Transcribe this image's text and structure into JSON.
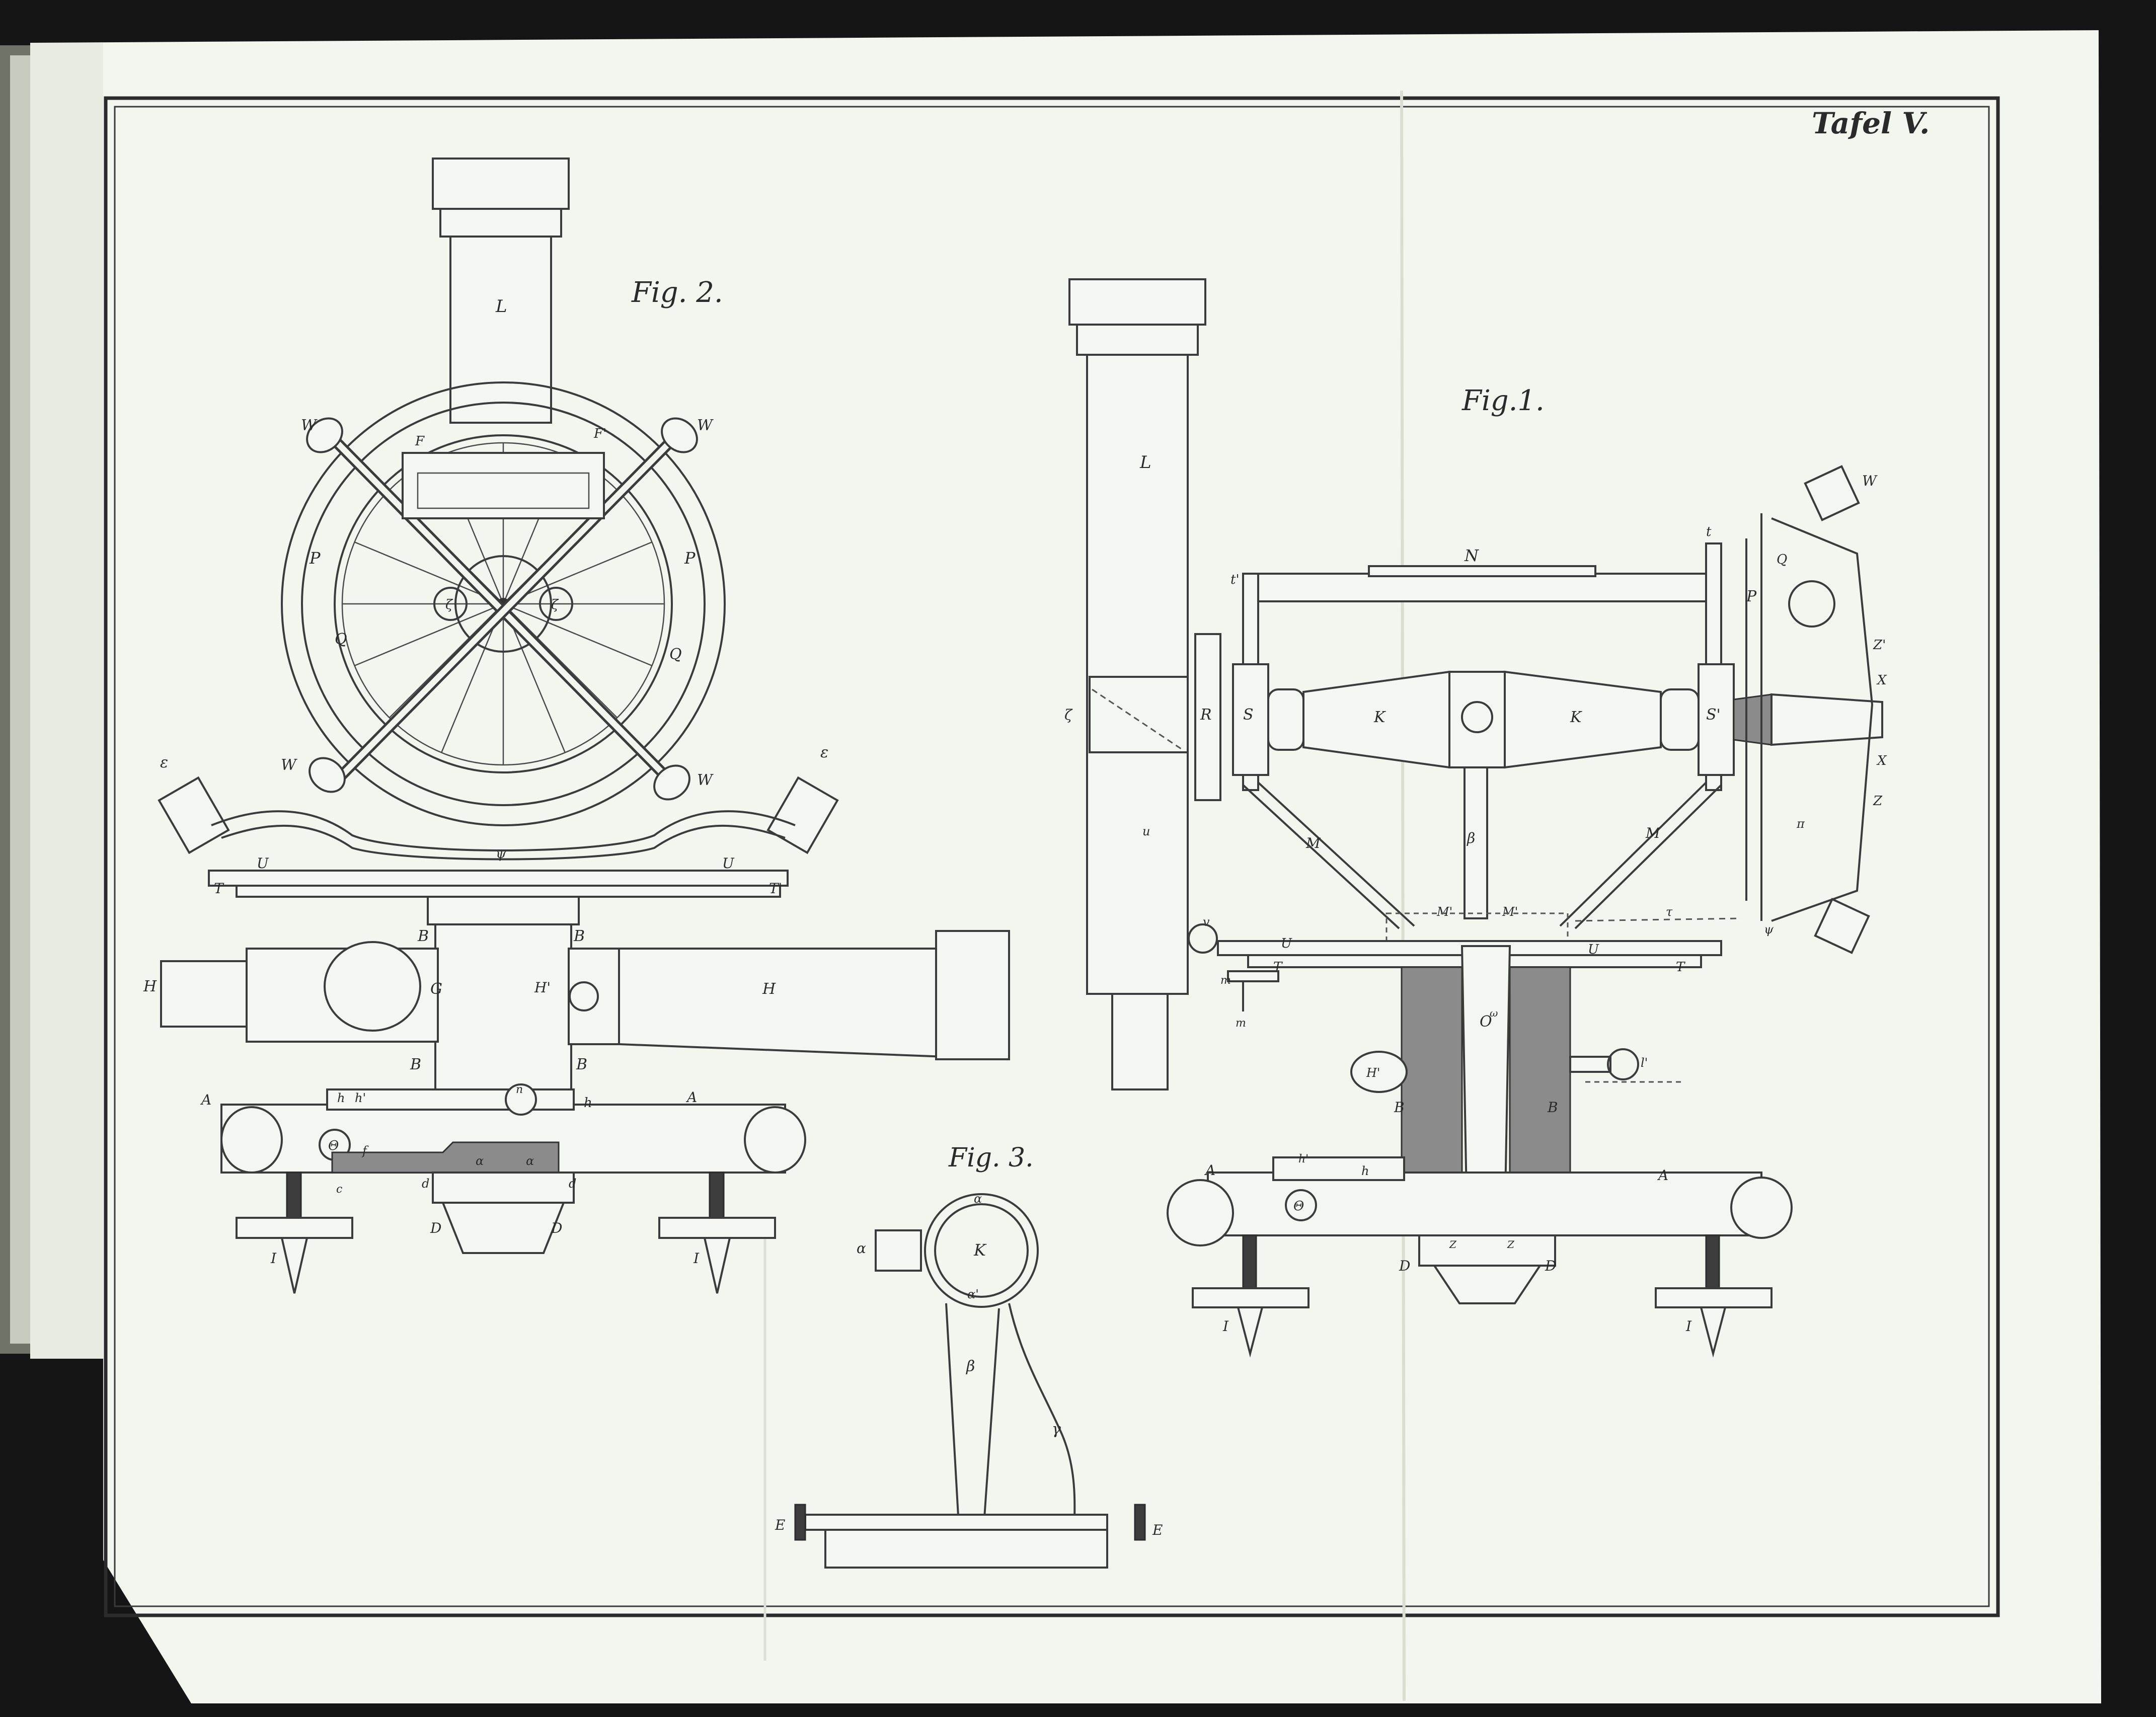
{
  "plate_title": "Tafel V.",
  "figures": {
    "fig1": {
      "title": "Fig.1.",
      "labels": [
        "L",
        "N",
        "t",
        "t'",
        "W",
        "Q",
        "P",
        "R",
        "S",
        "S'",
        "K",
        "K",
        "Z",
        "Z'",
        "X",
        "X",
        "M",
        "M",
        "M'",
        "M'",
        "U",
        "U",
        "T",
        "T",
        "O",
        "O",
        "B",
        "B",
        "H'",
        "l'",
        "β",
        "u",
        "v",
        "m",
        "m",
        "A",
        "A",
        "Θ",
        "D",
        "D",
        "I",
        "I",
        "Z",
        "Z",
        "ζ",
        "ω",
        "π",
        "ψ",
        "τ",
        "h",
        "h'"
      ]
    },
    "fig2": {
      "title": "Fig. 2.",
      "labels": [
        "L",
        "W",
        "W",
        "W",
        "W",
        "F",
        "F'",
        "P",
        "P",
        "Q",
        "Q",
        "ε",
        "ε",
        "ψ",
        "U",
        "U",
        "T",
        "T'",
        "H",
        "H",
        "H'",
        "G",
        "B",
        "B",
        "B",
        "B",
        "A",
        "A",
        "h",
        "h'",
        "h",
        "n",
        "Θ",
        "f",
        "α",
        "α",
        "d",
        "d",
        "c",
        "D",
        "D",
        "I",
        "I",
        "ζ",
        "ζ"
      ]
    },
    "fig3": {
      "title": "Fig. 3.",
      "labels": [
        "K",
        "α",
        "α",
        "α'",
        "β",
        "γ",
        "E",
        "E"
      ]
    }
  },
  "colors": {
    "paper": "#f3f5ef",
    "ink": "#2f2f2f",
    "background": "#151515",
    "binding": "#6f7468"
  }
}
